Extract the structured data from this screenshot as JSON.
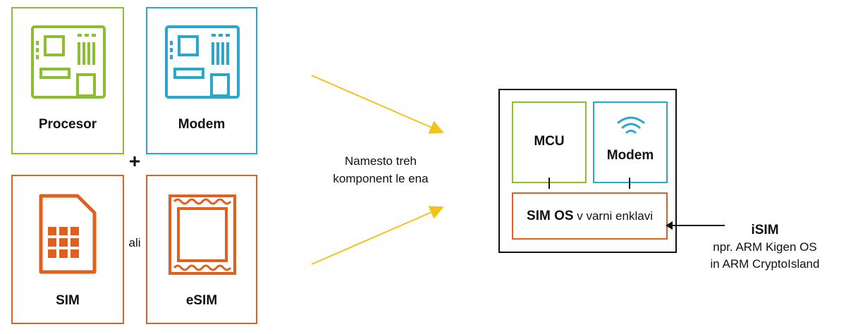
{
  "left": {
    "processor_label": "Procesor",
    "modem_label": "Modem",
    "plus_sign": "+",
    "sim_label": "SIM",
    "or_label": "ali",
    "esim_label": "eSIM"
  },
  "middle": {
    "caption_line1": "Namesto treh",
    "caption_line2": "komponent le ena"
  },
  "chip": {
    "mcu_label": "MCU",
    "modem_label": "Modem",
    "sim_os_bold": "SIM OS",
    "sim_os_rest": " v varni enklavi"
  },
  "annotation": {
    "title": "iSIM",
    "line1": "npr. ARM Kigen OS",
    "line2": "in ARM CryptoIsland"
  },
  "colors": {
    "processor": "#8cbf2f",
    "modem": "#29a9c9",
    "sim": "#e2601e",
    "arrow": "#f2c318"
  },
  "icons": [
    "motherboard-icon",
    "motherboard-icon",
    "sim-card-icon",
    "esim-chip-icon",
    "wifi-icon"
  ]
}
